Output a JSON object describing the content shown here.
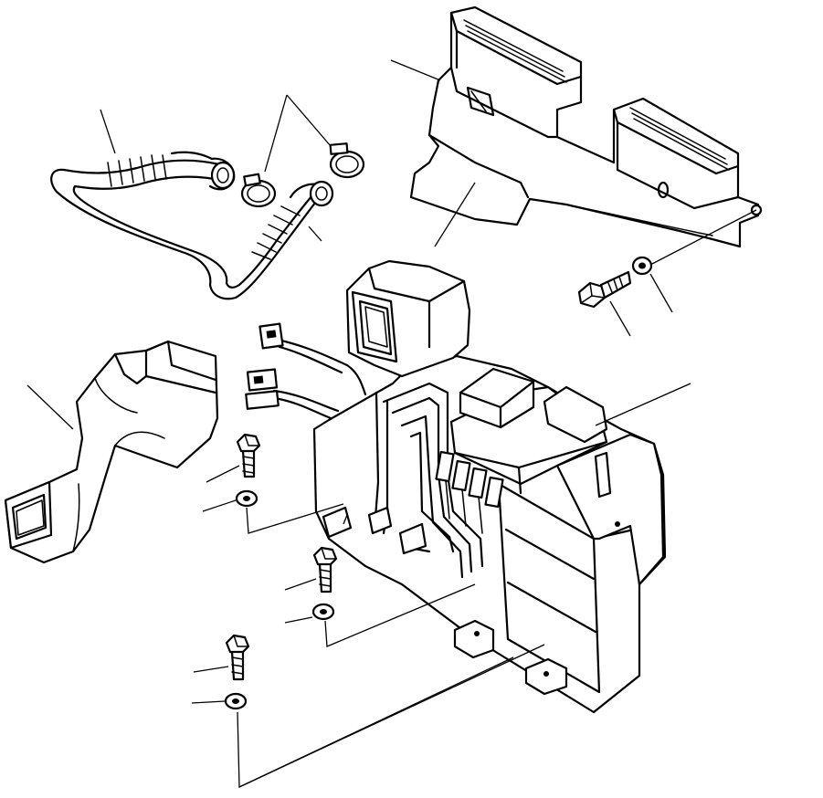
{
  "title": "",
  "callouts": [],
  "parts": [
    {
      "id": "heater-hose-assembly"
    },
    {
      "id": "hose-clamps"
    },
    {
      "id": "air-duct-upper"
    },
    {
      "id": "mounting-bolt-upper"
    },
    {
      "id": "washer-upper"
    },
    {
      "id": "air-duct-side"
    },
    {
      "id": "heater-unit"
    },
    {
      "id": "mounting-bolt-1"
    },
    {
      "id": "washer-1"
    },
    {
      "id": "mounting-bolt-2"
    },
    {
      "id": "washer-2"
    },
    {
      "id": "mounting-bolt-3"
    },
    {
      "id": "washer-3"
    }
  ]
}
